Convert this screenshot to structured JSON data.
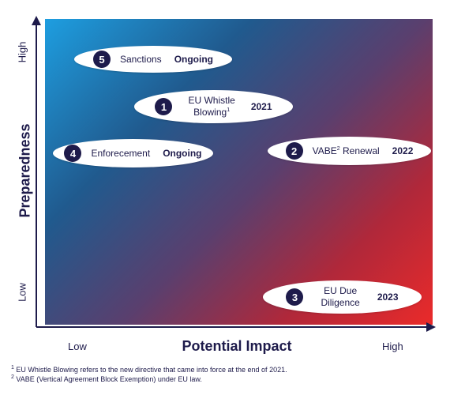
{
  "axes": {
    "y_title": "Preparedness",
    "x_title": "Potential Impact",
    "y_high": "High",
    "y_low": "Low",
    "x_low": "Low",
    "x_high": "High"
  },
  "items": [
    {
      "number": "5",
      "name": "Sanctions",
      "status": "Ongoing"
    },
    {
      "number": "1",
      "name_line1": "EU Whistle",
      "name_line2": "Blowing",
      "sup": "1",
      "status": "2021"
    },
    {
      "number": "4",
      "name": "Enforecement",
      "status": "Ongoing"
    },
    {
      "number": "2",
      "name": "VABE",
      "sup": "2",
      "name_rest": " Renewal",
      "status": "2022"
    },
    {
      "number": "3",
      "name_line1": "EU Due",
      "name_line2": "Diligence",
      "status": "2023"
    }
  ],
  "footnotes": {
    "f1_marker": "1",
    "f1_text": " EU Whistle Blowing refers to the new directive that came into force at the end of 2021.",
    "f2_marker": "2",
    "f2_text": " VABE (Vertical Agreement Block Exemption) under EU law."
  },
  "colors": {
    "navy": "#1e1b4b",
    "gradient_start": "#1e9ee0",
    "gradient_end": "#ea2a2a"
  }
}
